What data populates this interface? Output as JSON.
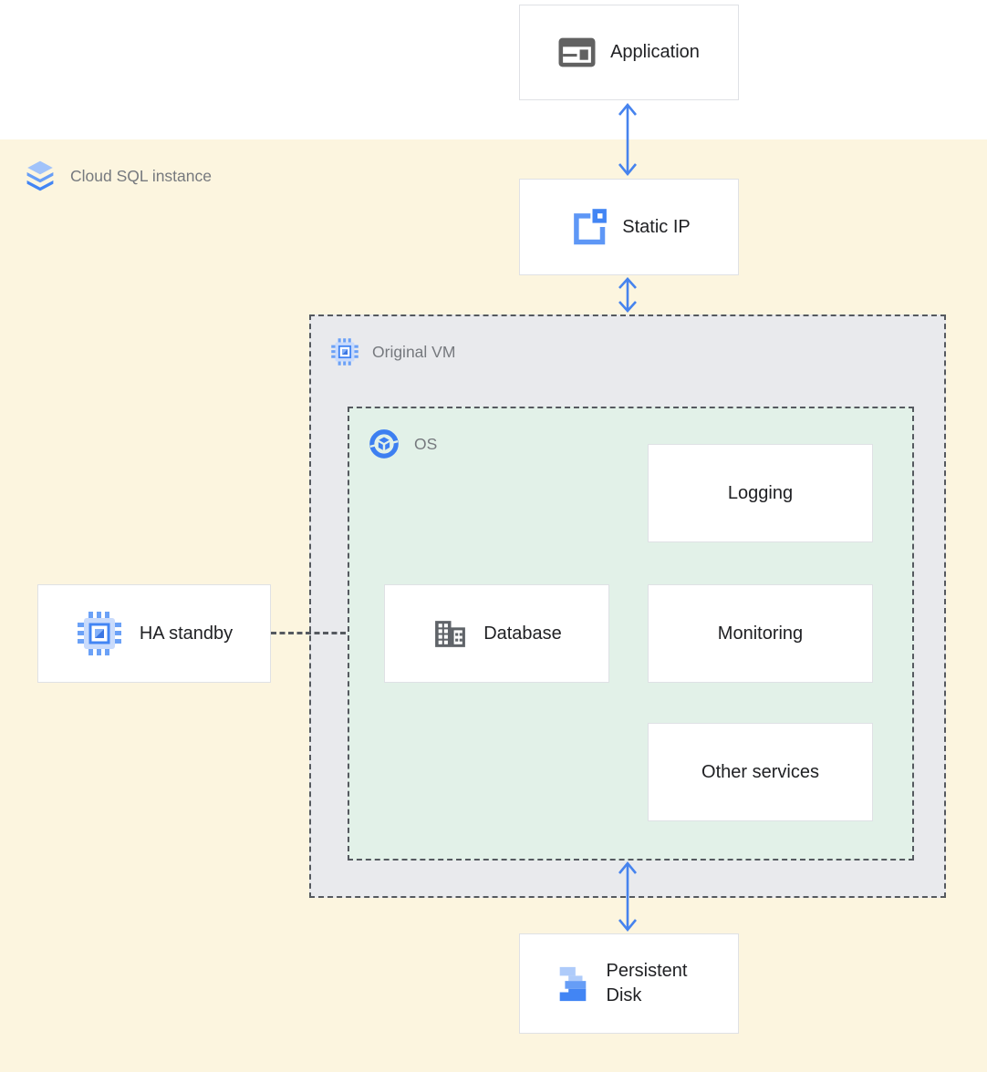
{
  "diagram": {
    "zones": {
      "cloud_sql": {
        "label": "Cloud SQL instance",
        "icon": "cloud-sql-icon",
        "fill": "#fcf5df"
      },
      "original_vm": {
        "label": "Original VM",
        "icon": "compute-engine-icon",
        "fill": "#e9eaed"
      },
      "os": {
        "label": "OS",
        "icon": "os-icon",
        "fill": "#e2f1e8"
      }
    },
    "nodes": {
      "application": {
        "label": "Application",
        "icon": "application-icon"
      },
      "static_ip": {
        "label": "Static IP",
        "icon": "static-ip-icon"
      },
      "logging": {
        "label": "Logging"
      },
      "database": {
        "label": "Database",
        "icon": "database-icon"
      },
      "monitoring": {
        "label": "Monitoring"
      },
      "other_services": {
        "label": "Other services"
      },
      "ha_standby": {
        "label": "HA standby",
        "icon": "compute-engine-icon"
      },
      "persistent_disk": {
        "label": "Persistent Disk",
        "icon": "persistent-disk-icon"
      }
    },
    "connectors": {
      "app_to_static_ip": "bidirectional-arrow",
      "static_ip_to_vm": "bidirectional-arrow",
      "os_to_persistent_disk": "bidirectional-arrow",
      "ha_standby_to_os": "dashed-line"
    },
    "colors": {
      "arrow": "#4683ee",
      "dashed_border": "#55595f",
      "node_border": "#dfe1e5",
      "zone_label_text": "#76797e",
      "node_text": "#202124",
      "icon_gray": "#5f6368",
      "icon_blue": "#4285f4",
      "icon_blue_light": "#aecbfa",
      "icon_blue_medium": "#669df6"
    }
  }
}
